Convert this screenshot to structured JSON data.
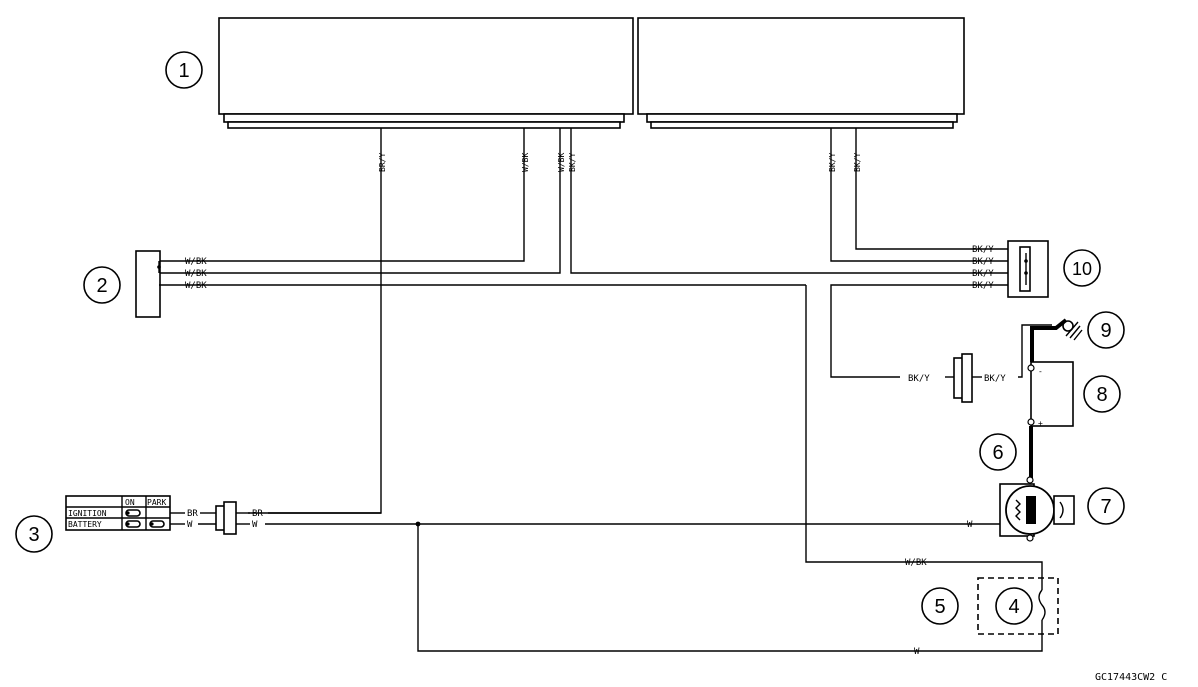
{
  "callouts": {
    "c1": "1",
    "c2": "2",
    "c3": "3",
    "c4": "4",
    "c5": "5",
    "c6": "6",
    "c7": "7",
    "c8": "8",
    "c9": "9",
    "c10": "10"
  },
  "wire_labels": {
    "br_y": "BR/Y",
    "w_bk_1": "W/BK",
    "w_bk_2": "W/BK",
    "bk_y_1": "BK/Y",
    "bk_y_2": "BK/Y",
    "bk_y_3": "BK/Y",
    "w_bk_row1": "W/BK",
    "w_bk_row2": "W/BK",
    "w_bk_row3": "W/BK",
    "bk_y_row1": "BK/Y",
    "bk_y_row2": "BK/Y",
    "bk_y_row3": "BK/Y",
    "bk_y_row4": "BK/Y",
    "bk_y_conn_left": "BK/Y",
    "bk_y_conn_right": "BK/Y",
    "br_left": "BR",
    "br_right": "BR",
    "w_left": "W",
    "w_right": "W",
    "w_starter": "W",
    "w_bk_lower": "W/BK",
    "w_bottom": "W"
  },
  "ignition_switch": {
    "col_on": "ON",
    "col_park": "PARK",
    "row_ignition": "IGNITION",
    "row_battery": "BATTERY"
  },
  "battery_terminals": {
    "minus": "-",
    "plus": "+"
  },
  "figure_code": "GC17443CW2 C"
}
